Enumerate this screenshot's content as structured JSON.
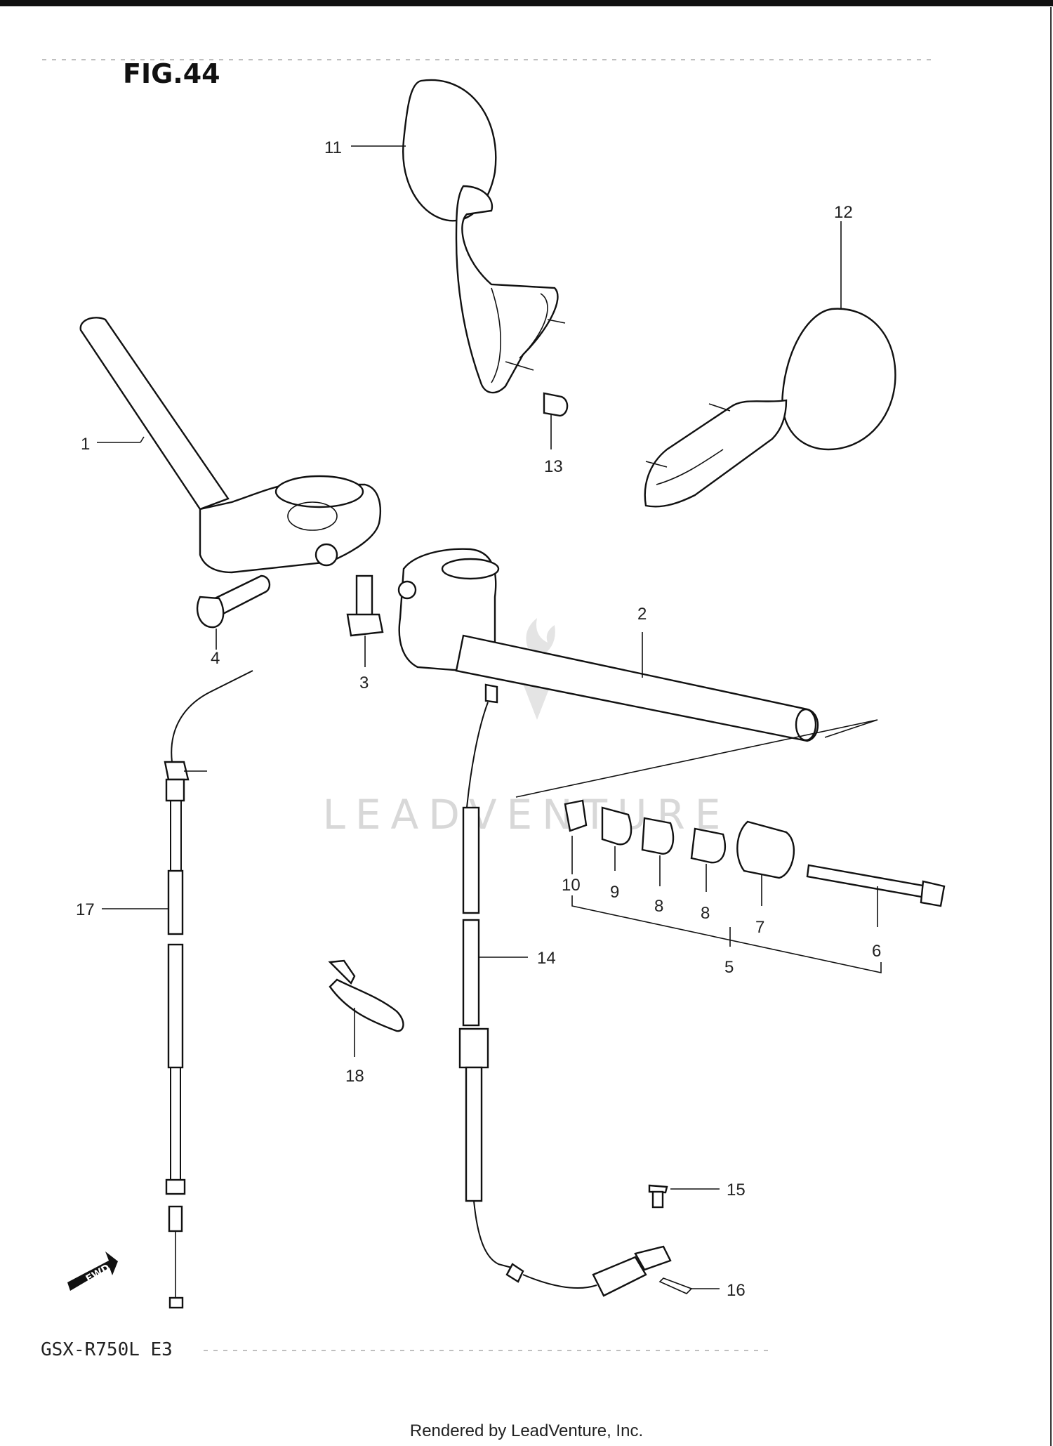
{
  "figure_title": "FIG.44",
  "model_code": "GSX-R750L  E3",
  "footer": "Rendered by LeadVenture, Inc.",
  "watermark": "LEADVENTURE",
  "direction_label": "FWD",
  "callouts": {
    "c1": "1",
    "c2": "2",
    "c3": "3",
    "c4": "4",
    "c5": "5",
    "c6": "6",
    "c7": "7",
    "c8a": "8",
    "c8b": "8",
    "c9": "9",
    "c10": "10",
    "c11": "11",
    "c12": "12",
    "c13": "13",
    "c14": "14",
    "c15": "15",
    "c16": "16",
    "c17": "17",
    "c18": "18"
  },
  "colors": {
    "line": "#111111",
    "background": "#ffffff",
    "watermark": "#d8d8d8"
  }
}
